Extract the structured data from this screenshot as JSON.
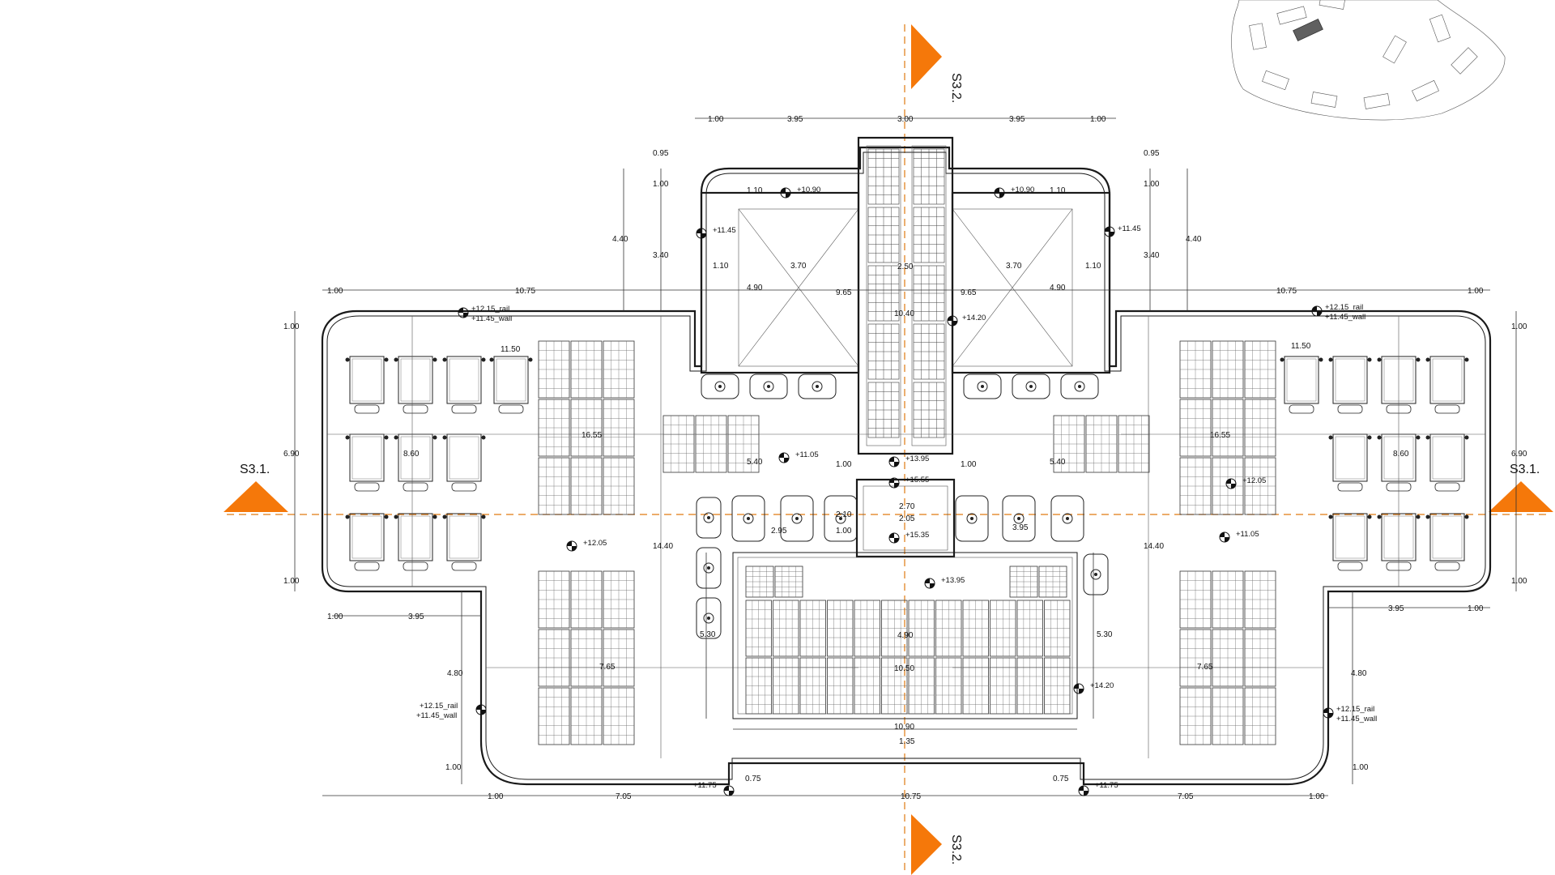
{
  "colors": {
    "accent": "#f5780a",
    "line": "#1a1a1a",
    "axis": "#e07a10",
    "keyplan_active": "#606060"
  },
  "section_markers": {
    "s31_left": "S3.1.",
    "s31_right": "S3.1.",
    "s32_top": "S3.2.",
    "s32_bottom": "S3.2."
  },
  "levels": {
    "rail_wall_tl_a": "+12.15_rail",
    "rail_wall_tl_b": "+11.45_wall",
    "rail_wall_tr_a": "+12.15_rail",
    "rail_wall_tr_b": "+11.45_wall",
    "rail_wall_bl_a": "+12.15_rail",
    "rail_wall_bl_b": "+11.45_wall",
    "rail_wall_br_a": "+12.15_rail",
    "rail_wall_br_b": "+11.45_wall",
    "tower_l": "+10.90",
    "tower_r": "+10.90",
    "tower_l_side": "+11.45",
    "tower_r_side": "+11.45",
    "core_1420": "+14.20",
    "core_1395": "+13.95",
    "core_1555": "+15.55",
    "core_1535": "+15.35",
    "center_1395": "+13.95",
    "center_1420": "+14.20",
    "wing_l_1105": "+11.05",
    "wing_r_1105": "+11.05",
    "wing_l_1205": "+12.05",
    "wing_r_1205": "+12.05",
    "bottom_l_1175": "+11.75",
    "bottom_r_1175": "+11.75"
  },
  "dims": {
    "t_100a": "1.00",
    "t_395a": "3.95",
    "t_300": "3.00",
    "t_395b": "3.95",
    "t_100b": "1.00",
    "t_095l": "0.95",
    "t_095r": "0.95",
    "t_100l": "1.00",
    "t_100r": "1.00",
    "t_440l": "4.40",
    "t_440r": "4.40",
    "t_340l": "3.40",
    "t_340r": "3.40",
    "tw_110l": "1.10",
    "tw_110r": "1.10",
    "tw_110l2": "1.10",
    "tw_110r2": "1.10",
    "tw_370l": "3.70",
    "tw_370r": "3.70",
    "tw_490l": "4.90",
    "tw_490r": "4.90",
    "tw_965l": "9.65",
    "tw_965r": "9.65",
    "core_250": "2.50",
    "core_1040": "10.40",
    "w_100l": "1.00",
    "w_1075l": "10.75",
    "w_1075r": "10.75",
    "w_100r": "1.00",
    "w_100ll": "1.00",
    "w_690l": "6.90",
    "w_100ll2": "1.00",
    "w_100rr": "1.00",
    "w_690r": "6.90",
    "w_100rr2": "1.00",
    "w_1150l": "11.50",
    "w_1150r": "11.50",
    "w_1655l": "16.55",
    "w_1655r": "16.55",
    "w_860l": "8.60",
    "w_860r": "8.60",
    "w_540l": "5.40",
    "w_540r": "5.40",
    "c_100l": "1.00",
    "c_100r": "1.00",
    "c_270": "2.70",
    "c_205": "2.05",
    "c_210": "2.10",
    "c_100c": "1.00",
    "c_295": "2.95",
    "c_395c": "3.95",
    "h_1440l": "14.40",
    "h_1440r": "14.40",
    "b_100l": "1.00",
    "b_395l": "3.95",
    "b_395r": "3.95",
    "b_100r": "1.00",
    "b_480l": "4.80",
    "b_480r": "4.80",
    "b_765l": "7.65",
    "b_765r": "7.65",
    "b_530l": "5.30",
    "b_530r": "5.30",
    "b_490": "4.90",
    "b_1050": "10.50",
    "b_1090": "10.90",
    "b_135": "1.35",
    "bb_100l": "1.00",
    "bb_100r": "1.00",
    "bb_100a": "1.00",
    "bb_705l": "7.05",
    "bb_1075": "10.75",
    "bb_705r": "7.05",
    "bb_100b": "1.00",
    "bb_075l": "0.75",
    "bb_075r": "0.75"
  }
}
